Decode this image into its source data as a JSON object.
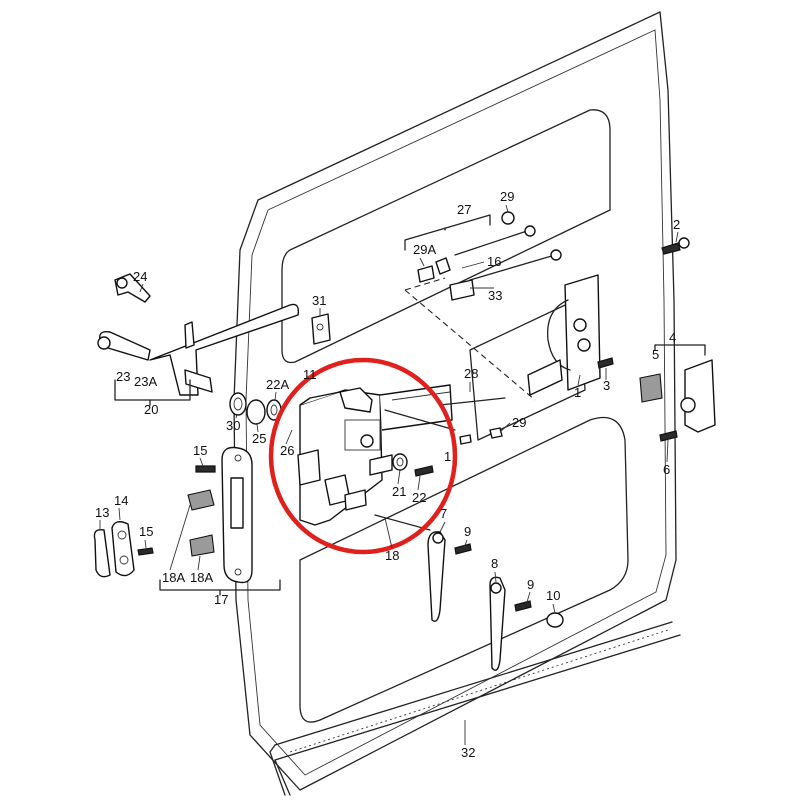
{
  "diagram": {
    "callouts": [
      {
        "id": "c-24",
        "text": "24"
      },
      {
        "id": "c-20",
        "text": "20"
      },
      {
        "id": "c-23",
        "text": "23"
      },
      {
        "id": "c-23a",
        "text": "23A"
      },
      {
        "id": "c-31",
        "text": "31"
      },
      {
        "id": "c-30",
        "text": "30"
      },
      {
        "id": "c-25",
        "text": "25"
      },
      {
        "id": "c-22a",
        "text": "22A"
      },
      {
        "id": "c-26",
        "text": "26"
      },
      {
        "id": "c-11",
        "text": "11"
      },
      {
        "id": "c-15a",
        "text": "15"
      },
      {
        "id": "c-15b",
        "text": "15"
      },
      {
        "id": "c-13",
        "text": "13"
      },
      {
        "id": "c-14",
        "text": "14"
      },
      {
        "id": "c-18a1",
        "text": "18A"
      },
      {
        "id": "c-18a2",
        "text": "18A"
      },
      {
        "id": "c-17",
        "text": "17"
      },
      {
        "id": "c-29",
        "text": "29"
      },
      {
        "id": "c-27",
        "text": "27"
      },
      {
        "id": "c-29a",
        "text": "29A"
      },
      {
        "id": "c-16",
        "text": "16"
      },
      {
        "id": "c-33",
        "text": "33"
      },
      {
        "id": "c-28",
        "text": "28"
      },
      {
        "id": "c-29b",
        "text": "29"
      },
      {
        "id": "c-21",
        "text": "21"
      },
      {
        "id": "c-22",
        "text": "22"
      },
      {
        "id": "c-18",
        "text": "18"
      },
      {
        "id": "c-7",
        "text": "7"
      },
      {
        "id": "c-9a",
        "text": "9"
      },
      {
        "id": "c-8",
        "text": "8"
      },
      {
        "id": "c-9b",
        "text": "9"
      },
      {
        "id": "c-10",
        "text": "10"
      },
      {
        "id": "c-2",
        "text": "2"
      },
      {
        "id": "c-1",
        "text": "1"
      },
      {
        "id": "c-3",
        "text": "3"
      },
      {
        "id": "c-4",
        "text": "4"
      },
      {
        "id": "c-5",
        "text": "5"
      },
      {
        "id": "c-6",
        "text": "6"
      },
      {
        "id": "c-32",
        "text": "32"
      },
      {
        "id": "c-1b",
        "text": "1"
      }
    ],
    "highlight_color": "#e0201c",
    "line_color": "#222222"
  }
}
